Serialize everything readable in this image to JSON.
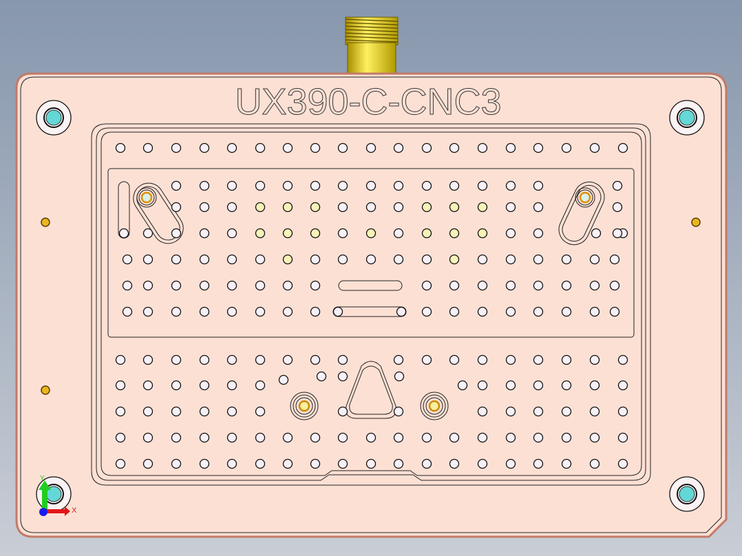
{
  "part": {
    "engraved_label": "UX390-C-CNC3"
  },
  "triad": {
    "x_label": "X",
    "y_label": "Y"
  },
  "colors": {
    "plate": "#fde0d4",
    "plate_edge": "#c27a68",
    "hole": "#f7f0f6",
    "hole_highlight": "#f7f2b8",
    "bushing": "#63d8d6",
    "pin": "#e8b620",
    "connector": "#e6d21e"
  }
}
